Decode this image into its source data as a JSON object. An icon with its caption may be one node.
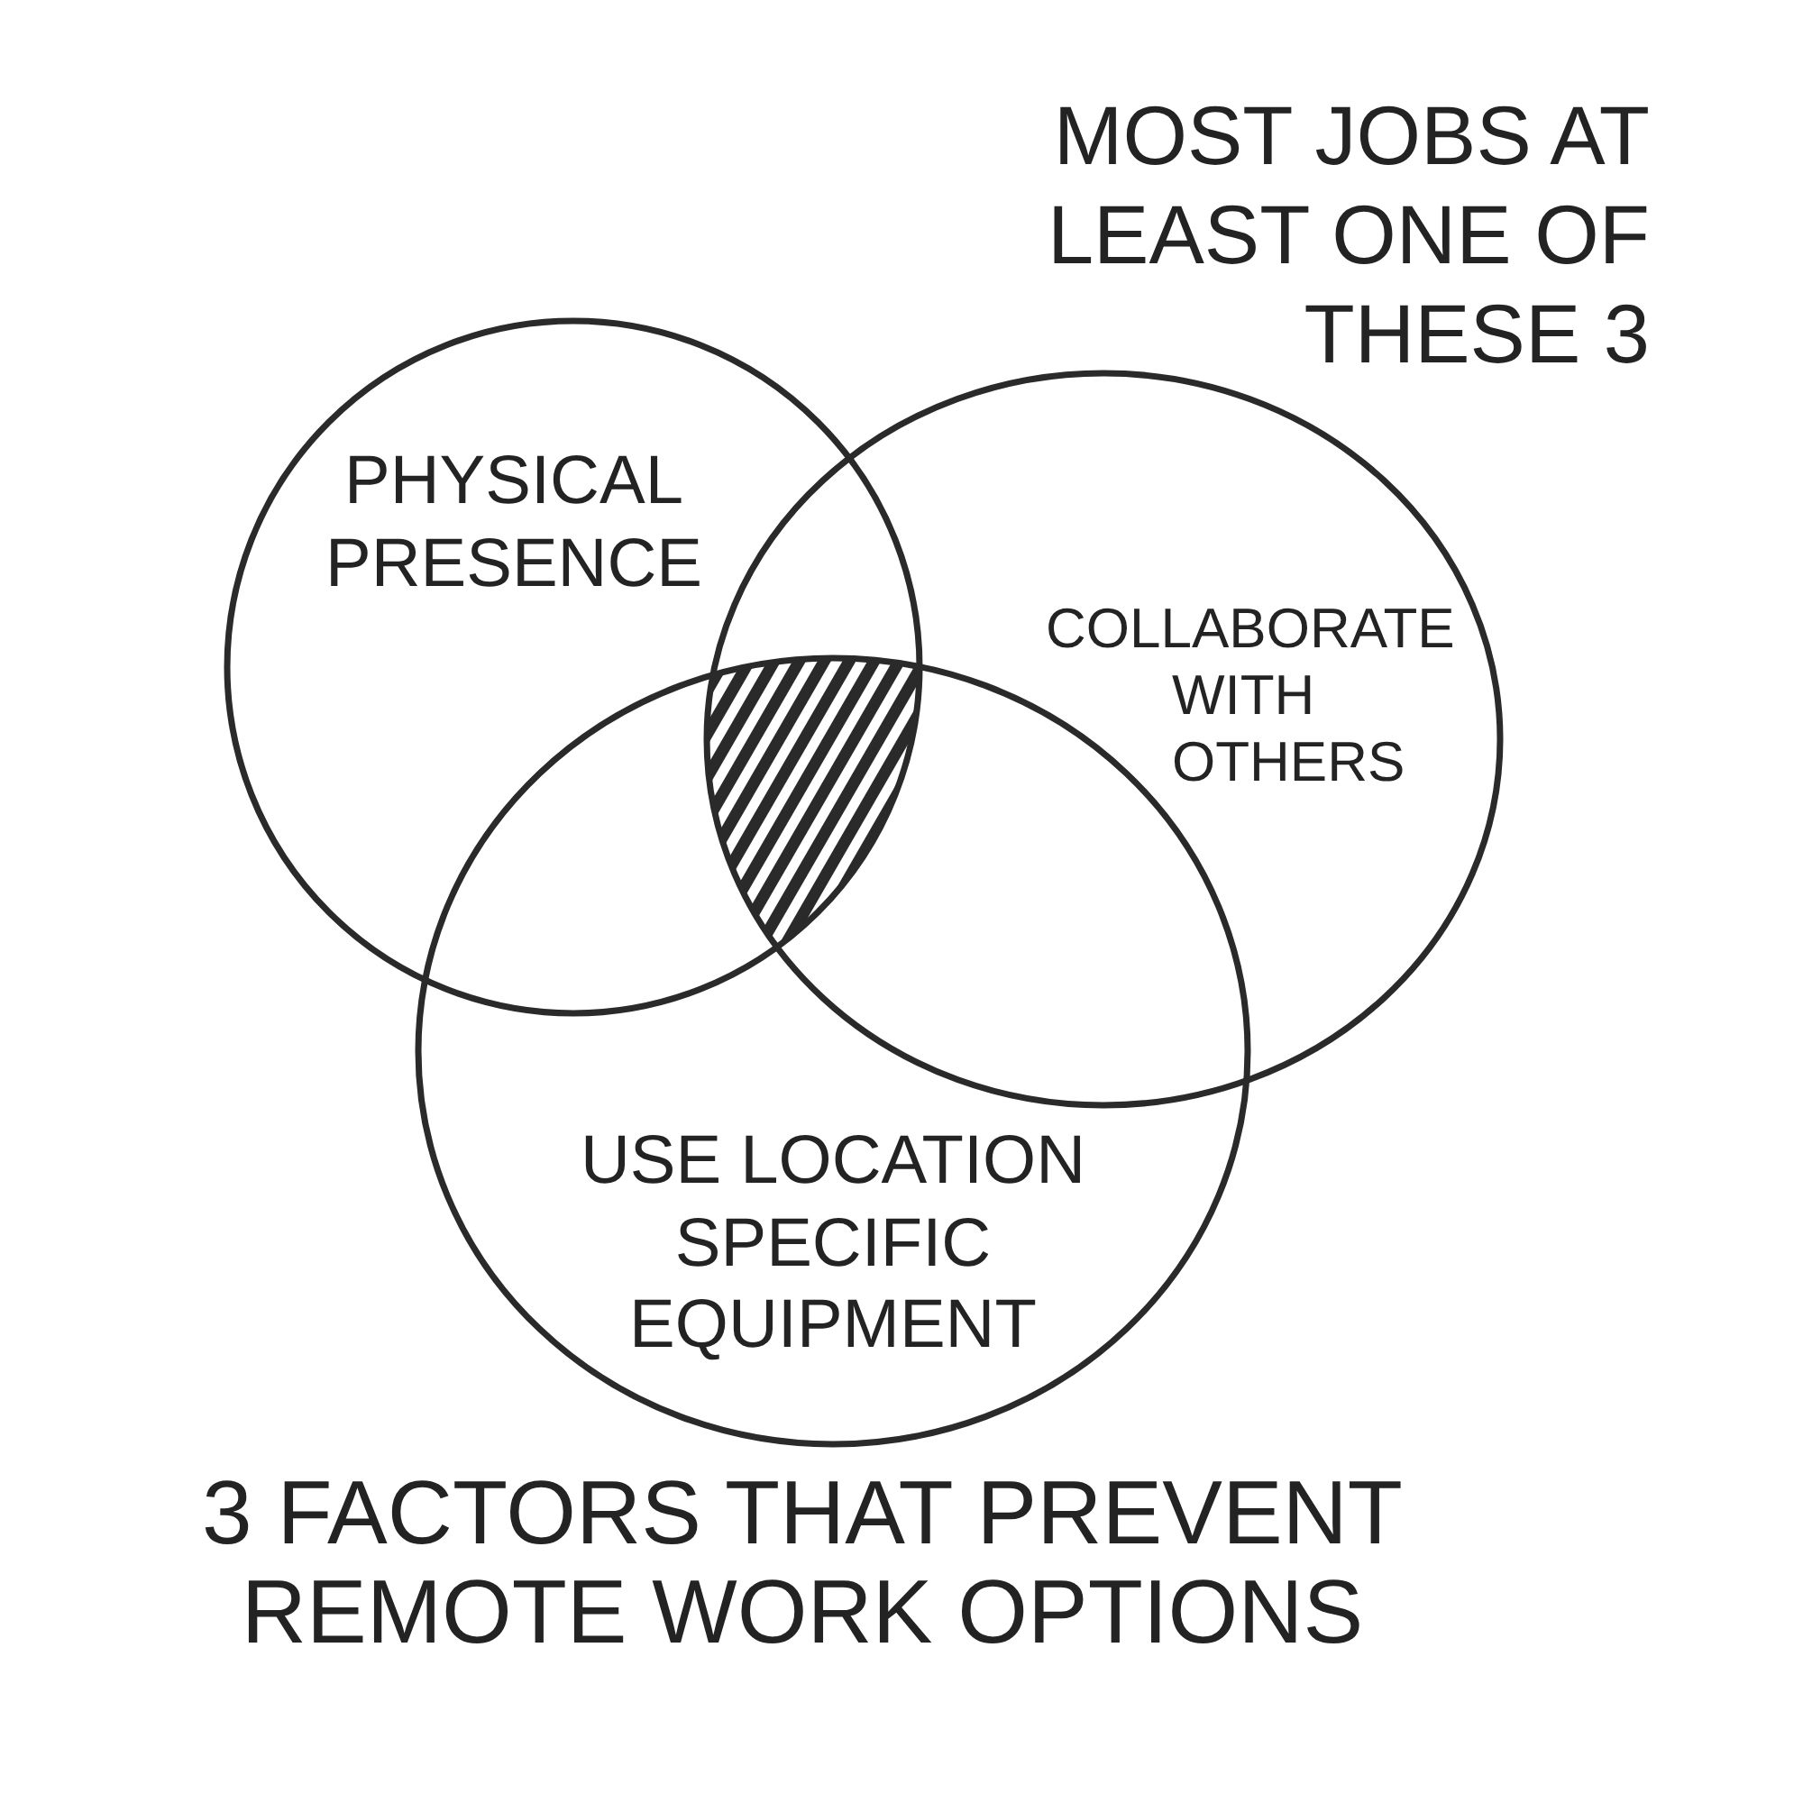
{
  "diagram": {
    "caption": "3 FACTORS THAT PREVENT REMOTE WORK OPTIONS",
    "nodes": [
      {
        "text": [
          "PHYSICAL PRESENCE"
        ]
      },
      {
        "text": [
          "COLLABORATE WITH OTHERS"
        ]
      },
      {
        "text": [],
        "shape": "lens"
      },
      {
        "text": [
          "USE LOCATION SPECIFIC EQUIPMENT"
        ]
      }
    ],
    "labels": [
      "MOST JOBS AT LEAST ONE OF THESE 3"
    ]
  }
}
